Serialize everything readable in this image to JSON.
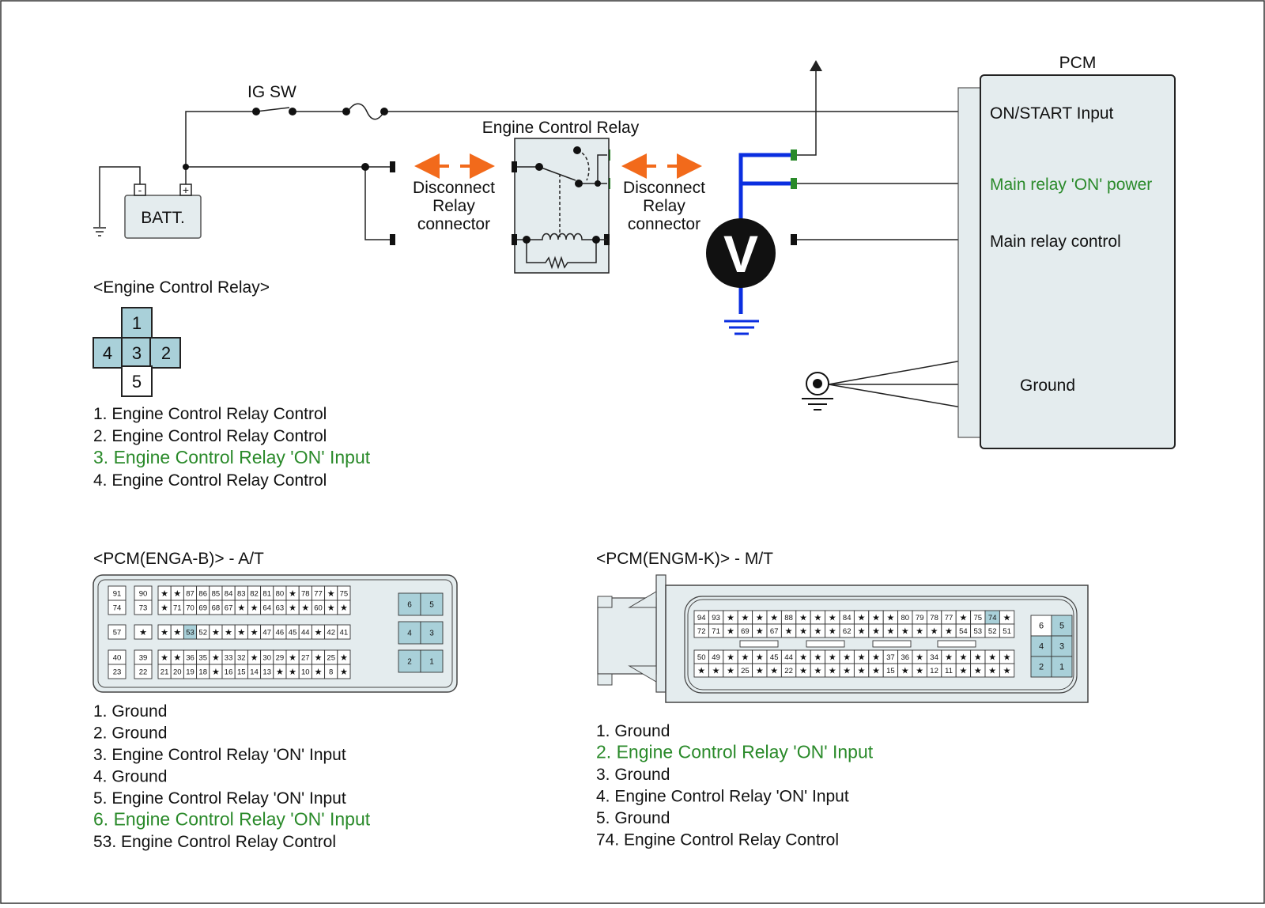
{
  "colors": {
    "green": "#2a8a2a",
    "blue": "#0a2ee0",
    "orange": "#f26a1b",
    "fill_panel": "#e4ecee",
    "pin_highlight": "#a9d0d9"
  },
  "circuit": {
    "ig_sw": "IG SW",
    "batt": "BATT.",
    "batt_minus": "-",
    "batt_plus": "+",
    "relay_title": "Engine Control Relay",
    "disconnect_left": [
      "Disconnect",
      "Relay",
      "connector"
    ],
    "disconnect_right": [
      "Disconnect",
      "Relay",
      "connector"
    ],
    "meter": "V",
    "pcm_title": "PCM",
    "pcm_on_start": "ON/START Input",
    "pcm_main_on_power": "Main relay 'ON' power",
    "pcm_main_control": "Main relay control",
    "pcm_ground": "Ground"
  },
  "relay_connector": {
    "title": "<Engine Control Relay>",
    "pins": [
      "1",
      "2",
      "3",
      "4",
      "5"
    ],
    "items": [
      {
        "text": "1. Engine Control Relay Control",
        "highlight": false
      },
      {
        "text": "2. Engine Control Relay Control",
        "highlight": false
      },
      {
        "text": "3. Engine Control Relay 'ON' Input",
        "highlight": true
      },
      {
        "text": "4. Engine Control Relay Control",
        "highlight": false
      }
    ]
  },
  "pcm_at": {
    "title": "<PCM(ENGA-B)> - A/T",
    "row1": [
      "91",
      "90",
      "★",
      "★",
      "87",
      "86",
      "85",
      "84",
      "83",
      "82",
      "81",
      "80",
      "★",
      "78",
      "77",
      "★",
      "75"
    ],
    "row2": [
      "74",
      "73",
      "★",
      "71",
      "70",
      "69",
      "68",
      "67",
      "★",
      "★",
      "64",
      "63",
      "★",
      "★",
      "60",
      "★",
      "★"
    ],
    "row3": [
      "57",
      "★",
      "★",
      "★",
      "53",
      "52",
      "★",
      "★",
      "★",
      "★",
      "47",
      "46",
      "45",
      "44",
      "★",
      "42",
      "41"
    ],
    "row4": [
      "40",
      "39",
      "★",
      "★",
      "36",
      "35",
      "★",
      "33",
      "32",
      "★",
      "30",
      "29",
      "★",
      "27",
      "★",
      "25",
      "★"
    ],
    "row5": [
      "23",
      "22",
      "21",
      "20",
      "19",
      "18",
      "★",
      "16",
      "15",
      "14",
      "13",
      "★",
      "★",
      "10",
      "★",
      "8",
      "★"
    ],
    "side_pins": [
      "6",
      "5",
      "4",
      "3",
      "2",
      "1"
    ],
    "items": [
      {
        "text": "1. Ground",
        "highlight": false
      },
      {
        "text": "2. Ground",
        "highlight": false
      },
      {
        "text": "3. Engine Control Relay 'ON' Input",
        "highlight": false
      },
      {
        "text": "4. Ground",
        "highlight": false
      },
      {
        "text": "5. Engine Control Relay 'ON' Input",
        "highlight": false
      },
      {
        "text": "6. Engine Control Relay 'ON' Input",
        "highlight": true
      },
      {
        "text": "53. Engine Control Relay Control",
        "highlight": false
      }
    ]
  },
  "pcm_mt": {
    "title": "<PCM(ENGM-K)> - M/T",
    "row1": [
      "94",
      "93",
      "★",
      "★",
      "★",
      "★",
      "88",
      "★",
      "★",
      "★",
      "84",
      "★",
      "★",
      "★",
      "80",
      "79",
      "78",
      "77",
      "★",
      "75",
      "74",
      "★"
    ],
    "row2": [
      "72",
      "71",
      "★",
      "69",
      "★",
      "67",
      "★",
      "★",
      "★",
      "★",
      "62",
      "★",
      "★",
      "★",
      "★",
      "★",
      "★",
      "★",
      "54",
      "53",
      "52",
      "51"
    ],
    "row3": [
      "50",
      "49",
      "★",
      "★",
      "★",
      "45",
      "44",
      "★",
      "★",
      "★",
      "★",
      "★",
      "★",
      "37",
      "36",
      "★",
      "34",
      "★",
      "★",
      "★",
      "★",
      "★"
    ],
    "row4": [
      "★",
      "★",
      "★",
      "25",
      "★",
      "★",
      "22",
      "★",
      "★",
      "★",
      "★",
      "★",
      "★",
      "15",
      "★",
      "★",
      "12",
      "11",
      "★",
      "★",
      "★",
      "★"
    ],
    "side_pins": [
      "6",
      "5",
      "4",
      "3",
      "2",
      "1"
    ],
    "items": [
      {
        "text": "1. Ground",
        "highlight": false
      },
      {
        "text": "2. Engine Control Relay 'ON' Input",
        "highlight": true
      },
      {
        "text": "3. Ground",
        "highlight": false
      },
      {
        "text": "4. Engine Control Relay 'ON' Input",
        "highlight": false
      },
      {
        "text": "5. Ground",
        "highlight": false
      },
      {
        "text": "74. Engine Control Relay Control",
        "highlight": false
      }
    ]
  }
}
